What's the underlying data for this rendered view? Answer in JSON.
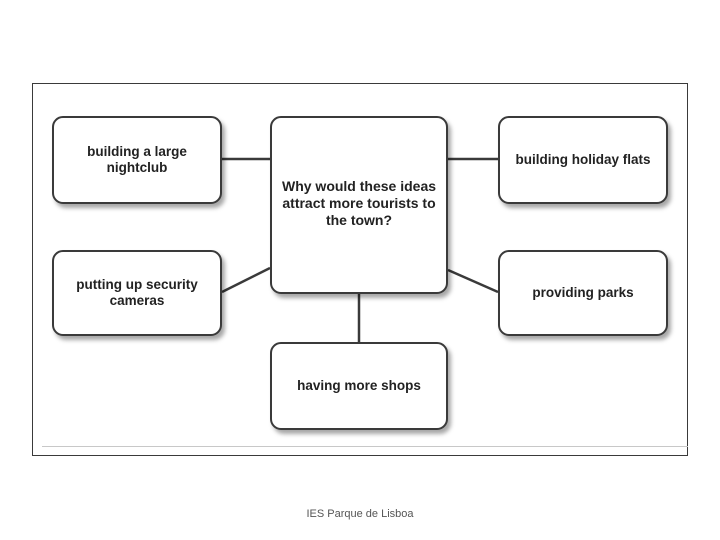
{
  "diagram": {
    "center": "Why would these ideas attract more tourists to the town?",
    "ideas": [
      "building a large nightclub",
      "building holiday flats",
      "putting up security cameras",
      "providing parks",
      "having more shops"
    ]
  },
  "footer": {
    "text": "IES Parque de Lisboa"
  },
  "colors": {
    "border": "#3a3a3a",
    "text": "#222222",
    "background": "#ffffff"
  }
}
